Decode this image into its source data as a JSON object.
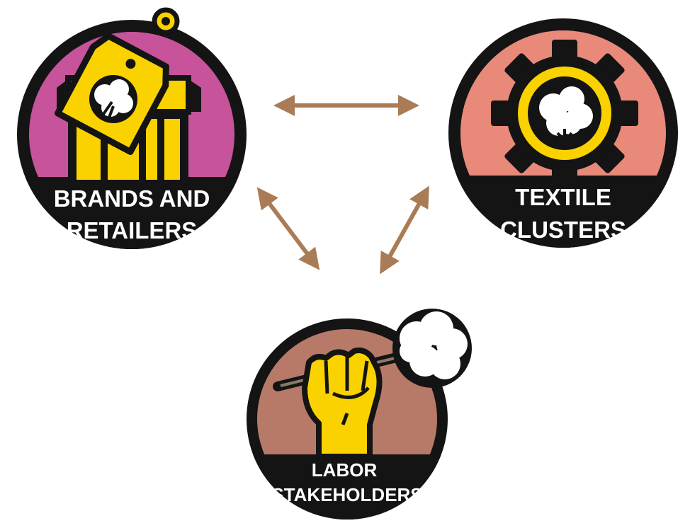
{
  "nodes": {
    "brands": {
      "label_line1": "BRANDS AND",
      "label_line2": "RETAILERS",
      "bg_color": "#c7539a",
      "icon": "store-with-cotton-tag-icon"
    },
    "textile": {
      "label_line1": "TEXTILE",
      "label_line2": "CLUSTERS",
      "bg_color": "#e8897a",
      "icon": "gear-with-cotton-icon"
    },
    "labor": {
      "label_line1": "LABOR",
      "label_line2": "STAKEHOLDERS",
      "bg_color": "#b87a68",
      "icon": "fist-holding-cotton-icon"
    }
  },
  "colors": {
    "arrow": "#a97c55",
    "ring": "#141414",
    "accent_yellow": "#fad200"
  },
  "connections": [
    {
      "from": "brands",
      "to": "textile",
      "direction": "bidirectional"
    },
    {
      "from": "brands",
      "to": "labor",
      "direction": "bidirectional"
    },
    {
      "from": "textile",
      "to": "labor",
      "direction": "bidirectional"
    }
  ]
}
